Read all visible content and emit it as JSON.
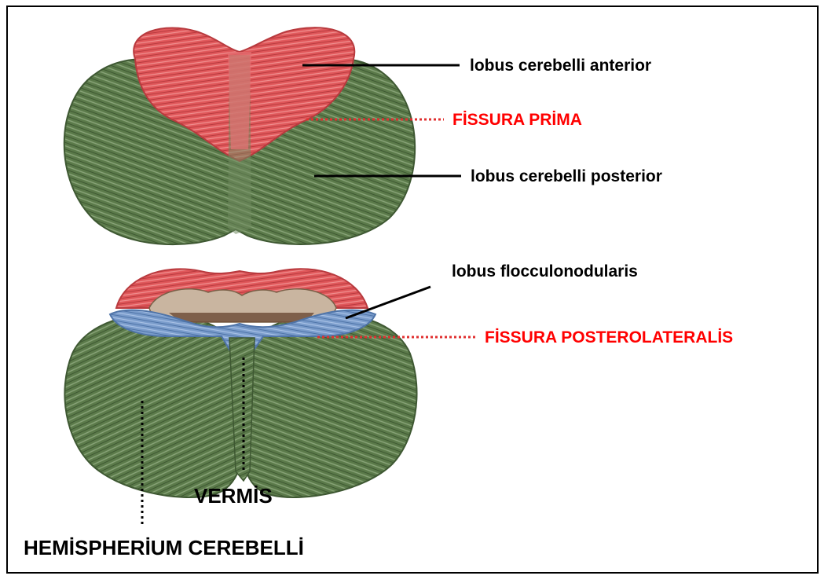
{
  "labels": {
    "lobus_anterior": "lobus cerebelli anterior",
    "fissura_prima": "FİSSURA PRİMA",
    "lobus_posterior": "lobus cerebelli posterior",
    "lobus_flocculonodularis": "lobus flocculonodularis",
    "fissura_posterolateralis": "FİSSURA POSTEROLATERALİS",
    "vermis": "VERMİS",
    "hemispherium": "HEMİSPHERİUM CEREBELLİ"
  },
  "colors": {
    "anterior_lobe": "#e0575a",
    "posterior_lobe": "#5b7a4a",
    "flocculonodular_lobe": "#7a9ccb",
    "cut_surface": "#c9b5a0",
    "fissure_label": "#ff0000",
    "border": "#000000"
  }
}
